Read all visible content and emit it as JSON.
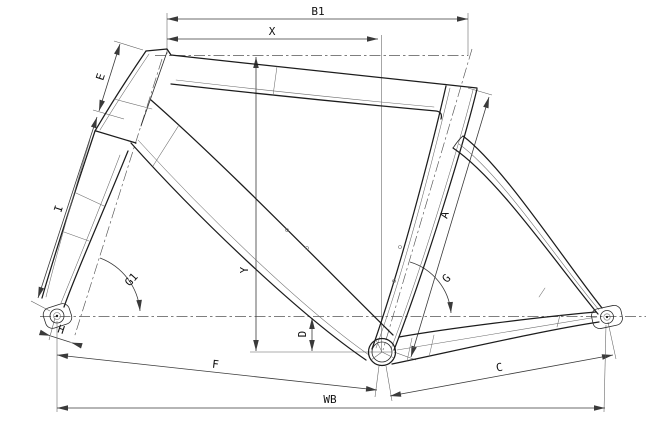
{
  "diagram_title": "bicycle-frame-geometry-drawing",
  "colors": {
    "background": "#ffffff",
    "frame_line": "#1c1c1c",
    "detail_line": "#6b6b6b",
    "dimension_line": "#3a3a3a",
    "label_text": "#111111"
  },
  "dimension_labels": {
    "b1": "B1",
    "x": "X",
    "e": "E",
    "i": "I",
    "a": "A",
    "y": "Y",
    "d": "D",
    "g": "G",
    "g1": "G1",
    "h": "H",
    "f": "F",
    "c": "C",
    "wb": "WB"
  }
}
